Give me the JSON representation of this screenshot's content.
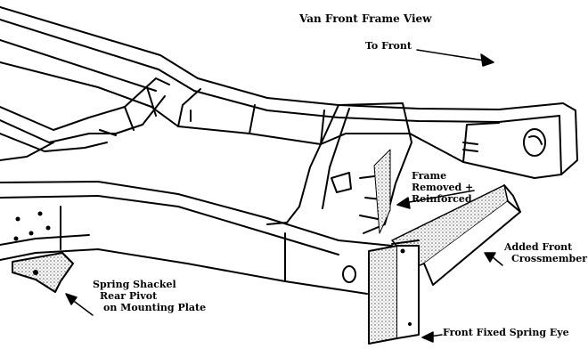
{
  "diagram": {
    "title": "Van Front Frame View",
    "direction_label": "To Front",
    "labels": {
      "frame_reinforced": [
        "Frame",
        "Removed +",
        "Reinforced"
      ],
      "added_crossmember": [
        "Added Front",
        "Crossmember"
      ],
      "spring_shackle": [
        "Spring Shackel",
        "Rear Pivot",
        "on Mounting Plate"
      ],
      "fixed_spring_eye": "Front Fixed Spring Eye"
    },
    "colors": {
      "ink": "#000000",
      "paper": "#ffffff",
      "shade": "#9a9a9a"
    }
  }
}
